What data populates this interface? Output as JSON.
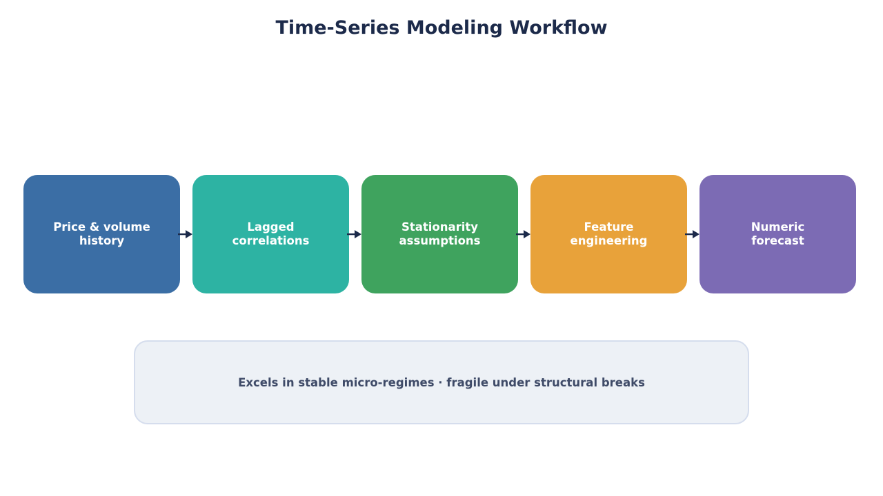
{
  "title": "Time-Series Modeling Workflow",
  "steps": [
    {
      "label": "Price & volume\nhistory",
      "color": "#3b6ea5"
    },
    {
      "label": "Lagged\ncorrelations",
      "color": "#2db3a3"
    },
    {
      "label": "Stationarity\nassumptions",
      "color": "#3fa35e"
    },
    {
      "label": "Feature\nengineering",
      "color": "#e8a23a"
    },
    {
      "label": "Numeric\nforecast",
      "color": "#7c6bb4"
    }
  ],
  "note": {
    "text": "Excels in stable micro-regimes · fragile under structural breaks"
  },
  "colors": {
    "arrow": "#1c2a4a",
    "title": "#1c2a4a"
  }
}
